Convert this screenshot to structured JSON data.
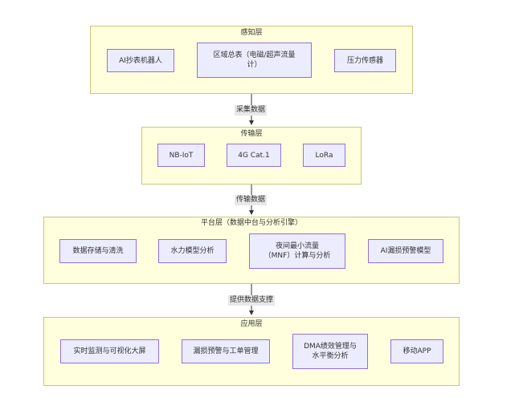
{
  "layers": {
    "perception": {
      "title": "感知层",
      "nodes": [
        "AI抄表机器人",
        "区域总表（电磁/超声流量计）",
        "压力传感器"
      ]
    },
    "transport": {
      "title": "传输层",
      "nodes": [
        "NB-IoT",
        "4G Cat.1",
        "LoRa"
      ]
    },
    "platform": {
      "title": "平台层（数据中台与分析引擎）",
      "nodes": [
        "数据存储与清洗",
        "水力模型分析",
        "夜间最小流量（MNF）计算与分析",
        "AI漏损预警模型"
      ]
    },
    "application": {
      "title": "应用层",
      "nodes": [
        "实时监测与可视化大屏",
        "漏损预警与工单管理",
        "DMA绩效管理与水平衡分析",
        "移动APP"
      ]
    }
  },
  "edges": [
    "采集数据",
    "传输数据",
    "提供数据支撑"
  ],
  "colors": {
    "layer_fill": "#ffffde",
    "layer_border": "#c8c87a",
    "node_fill": "#ececff",
    "node_border": "#9370db",
    "edge": "#333333"
  }
}
